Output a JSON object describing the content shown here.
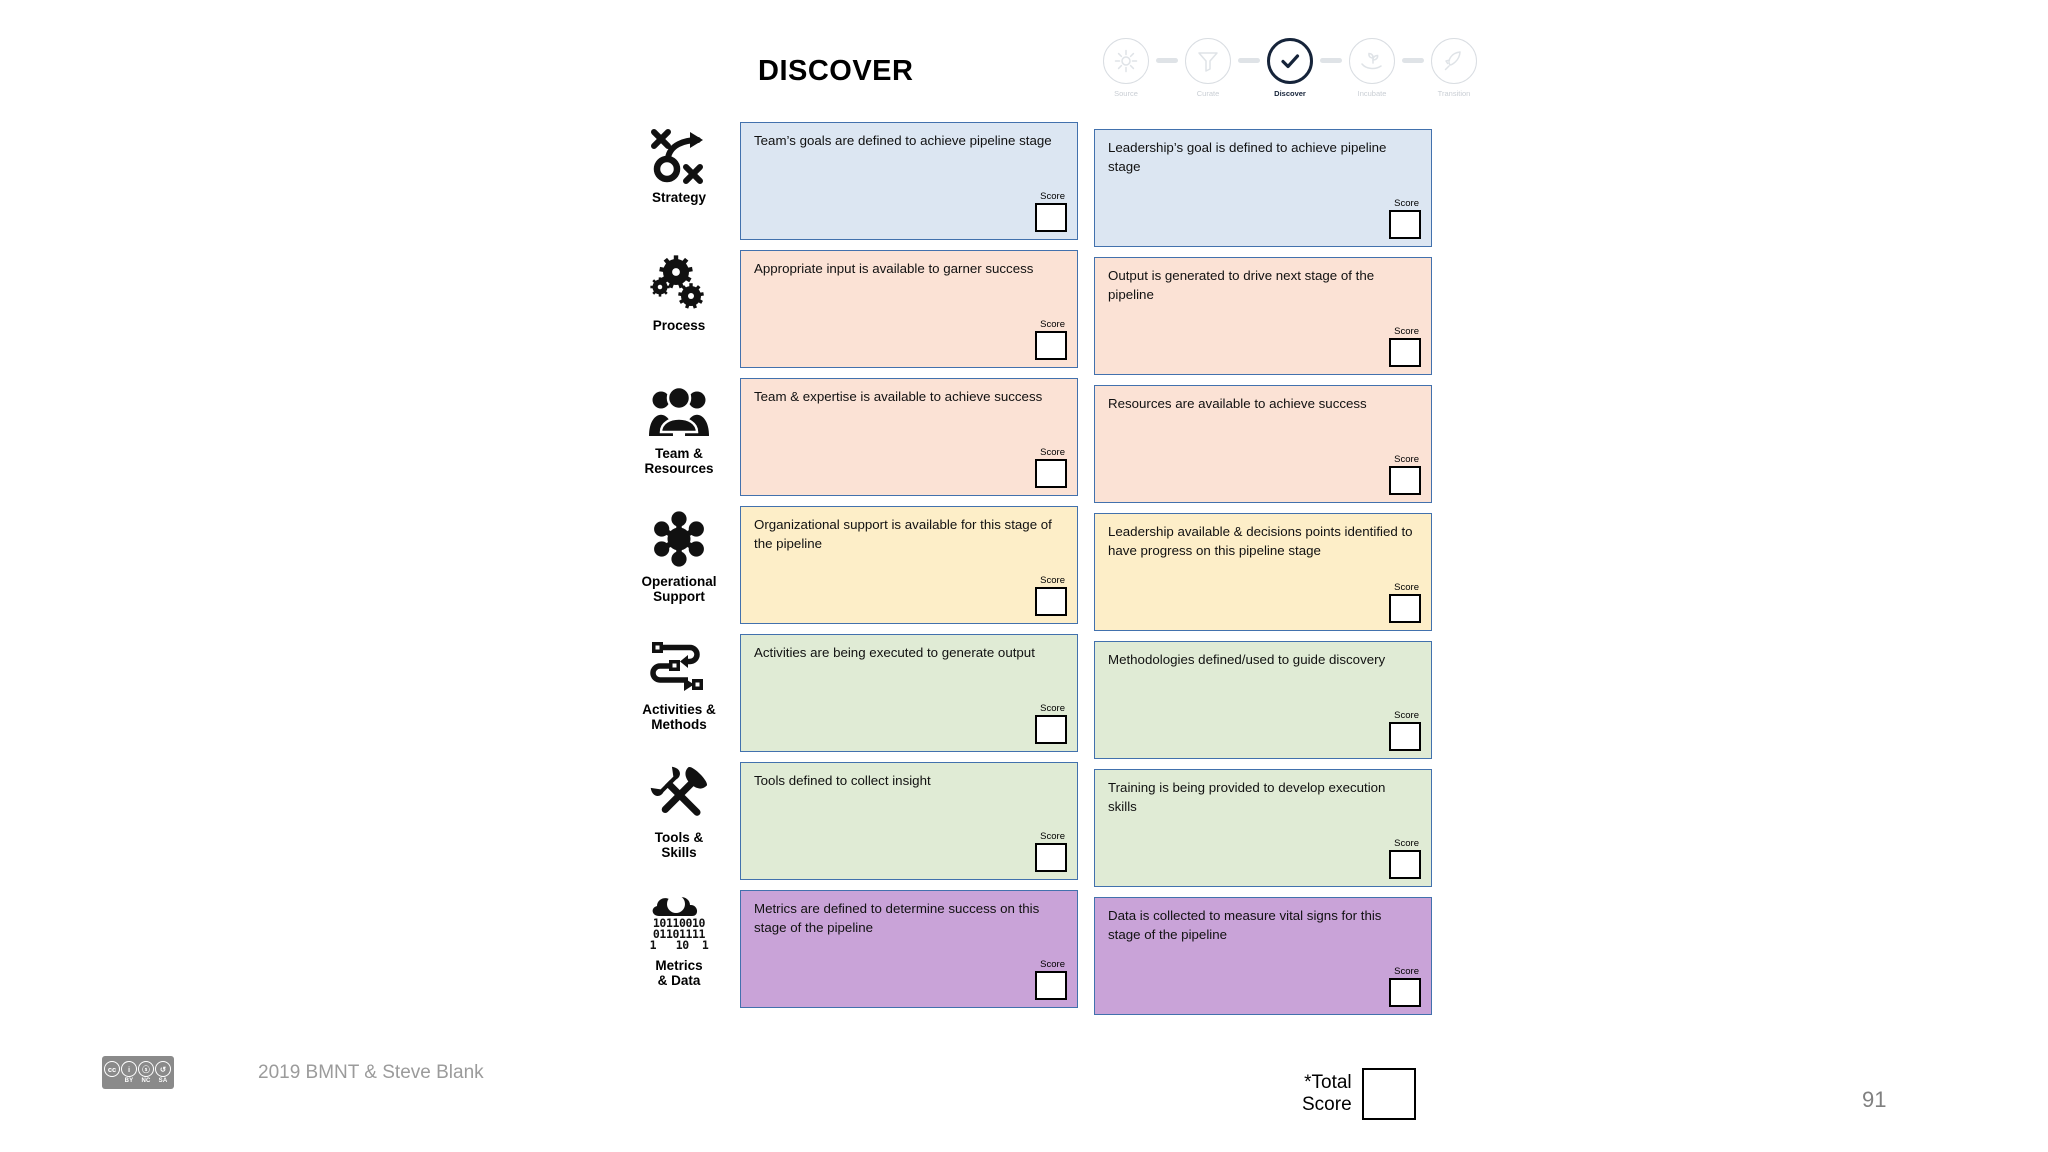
{
  "slide": {
    "title": "DISCOVER",
    "page_number": "91"
  },
  "stepper": {
    "steps": [
      {
        "label": "Source",
        "icon": "sun-rays-icon",
        "active": false
      },
      {
        "label": "Curate",
        "icon": "funnel-icon",
        "active": false
      },
      {
        "label": "Discover",
        "icon": "checkmark-icon",
        "active": true
      },
      {
        "label": "Incubate",
        "icon": "hand-sprout-icon",
        "active": false
      },
      {
        "label": "Transition",
        "icon": "rocket-icon",
        "active": false
      }
    ]
  },
  "score_label": "Score",
  "colors": {
    "card_border": "#4271ad",
    "blue": "#dce6f2",
    "peach": "#fbe2d5",
    "cream": "#fdeec8",
    "green": "#e0ebd5",
    "purple": "#c9a3d8",
    "accent_dark": "#16243a"
  },
  "rows": [
    {
      "category": "Strategy",
      "icon": "strategy-play-icon",
      "color": "#dce6f2",
      "left": {
        "text": "Team’s goals are defined to achieve pipeline stage"
      },
      "right": {
        "text": "Leadership’s goal is defined to achieve pipeline stage"
      }
    },
    {
      "category": "Process",
      "icon": "gears-icon",
      "color": "#fbe2d5",
      "left": {
        "text": "Appropriate input is available to garner success"
      },
      "right": {
        "text": "Output is generated to drive next stage of the pipeline"
      }
    },
    {
      "category": "Team & Resources",
      "icon": "people-group-icon",
      "color": "#fbe2d5",
      "left": {
        "text": "Team & expertise is available to achieve success"
      },
      "right": {
        "text": "Resources are available to achieve success"
      }
    },
    {
      "category": "Operational Support",
      "icon": "hub-cluster-icon",
      "color": "#fdeec8",
      "left": {
        "text": "Organizational support is available for this stage of the pipeline"
      },
      "right": {
        "text": "Leadership available & decisions points identified to have progress on this pipeline stage"
      }
    },
    {
      "category": "Activities & Methods",
      "icon": "flowchart-icon",
      "color": "#e0ebd5",
      "left": {
        "text": "Activities are being executed to generate output"
      },
      "right": {
        "text": "Methodologies defined/used to guide discovery"
      }
    },
    {
      "category": "Tools & Skills",
      "icon": "hammer-wrench-icon",
      "color": "#e0ebd5",
      "left": {
        "text": "Tools defined to collect insight"
      },
      "right": {
        "text": "Training is being  provided to develop execution skills"
      }
    },
    {
      "category": "Metrics & Data",
      "icon": "cloud-binary-icon",
      "color": "#c9a3d8",
      "left": {
        "text": "Metrics are defined to determine success on this stage of the pipeline"
      },
      "right": {
        "text": "Data is collected to measure vital signs for this stage of the pipeline"
      }
    }
  ],
  "metrics_icon_binary": [
    "10110010",
    "01101111",
    "1   10  1"
  ],
  "footer": {
    "license": {
      "cc": "cc",
      "items": [
        {
          "glyph": "i",
          "sub": "BY"
        },
        {
          "glyph": "ⓢ",
          "sub": "NC"
        },
        {
          "glyph": "↺",
          "sub": "SA"
        }
      ]
    },
    "copyright": "2019 BMNT & Steve Blank",
    "total_score_label_1": "*Total",
    "total_score_label_2": "Score"
  }
}
